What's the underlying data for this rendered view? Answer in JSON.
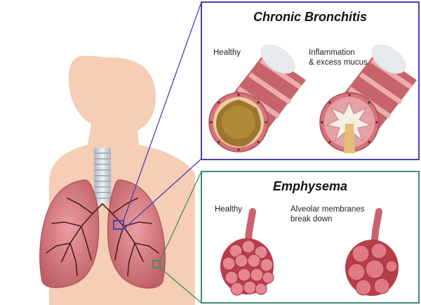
{
  "panels": {
    "bronchitis": {
      "title": "Chronic Bronchitis",
      "healthy_label": "Healthy",
      "inflamed_label_line1": "Inflammation",
      "inflamed_label_line2": "& excess mucus"
    },
    "emphysema": {
      "title": "Emphysema",
      "healthy_label": "Healthy",
      "damaged_label_line1": "Alveolar membranes",
      "damaged_label_line2": "break down"
    }
  },
  "colors": {
    "skin": "#f6cdb5",
    "lung": "#d9868c",
    "lung_dark": "#b65a63",
    "bronchi": "#4a1f25",
    "trachea": "#cfd8e2",
    "tube_outer": "#c7646a",
    "tube_ring": "#e9a3a3",
    "mucus": "#e8cf8b",
    "lumen": "#a07a2c",
    "alveoli": "#c2434f",
    "connector_blue": "#4a3fb8",
    "connector_green": "#3f8f6a"
  }
}
